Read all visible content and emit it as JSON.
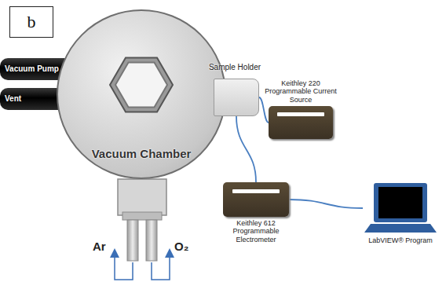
{
  "diagram": {
    "nodes": [
      {
        "text": [
          "b"
        ]
      },
      {
        "text": [
          "Vacuum Pump"
        ]
      },
      {
        "text": [
          "Vent"
        ]
      },
      {
        "text": [
          "Vacuum Chamber"
        ]
      },
      {
        "text": [
          "Sample Holder"
        ]
      },
      {
        "text": [
          "Keithley 220 Programmable Current Source"
        ]
      },
      {
        "text": [
          "Keithley 612 Programmable Electrometer"
        ]
      },
      {
        "text": [
          "LabVIEW® Program"
        ]
      }
    ],
    "edges": [
      {
        "from": 4,
        "to": 5,
        "arrow": "none"
      },
      {
        "from": 4,
        "to": 6,
        "arrow": "none"
      },
      {
        "from": 6,
        "to": 7,
        "arrow": "none"
      }
    ],
    "labels": [
      "Ar",
      "O₂"
    ]
  }
}
